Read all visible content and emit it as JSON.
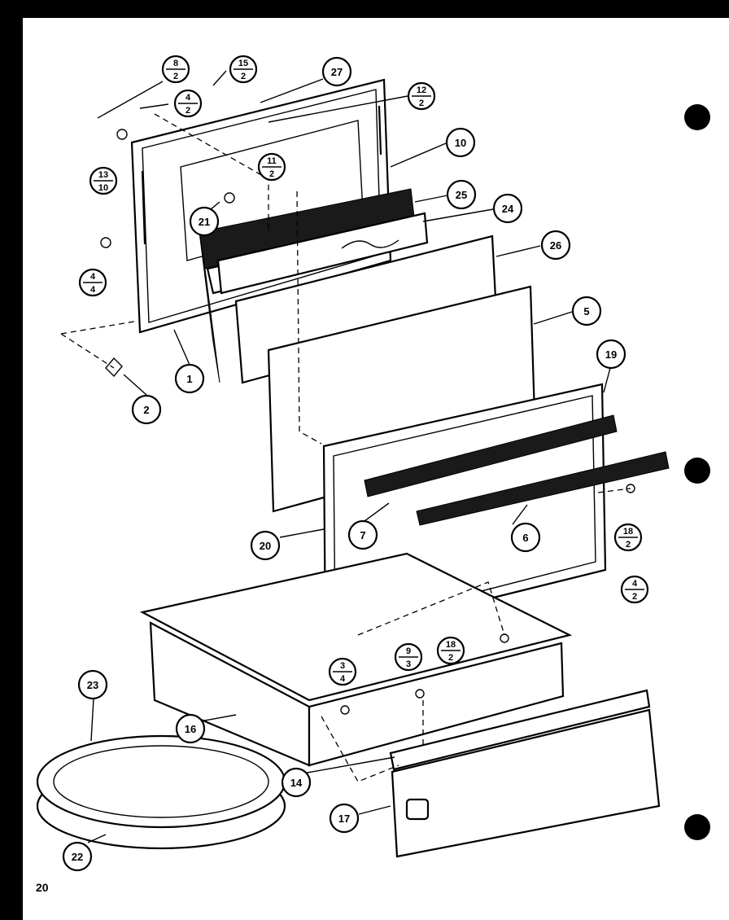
{
  "page_number": "20",
  "callouts": {
    "c1": "1",
    "c2": "2",
    "c5": "5",
    "c6": "6",
    "c7": "7",
    "c10": "10",
    "c14": "14",
    "c16": "16",
    "c17": "17",
    "c19": "19",
    "c20": "20",
    "c21": "21",
    "c22": "22",
    "c23": "23",
    "c24": "24",
    "c25": "25",
    "c26": "26",
    "c27": "27"
  },
  "fractions": {
    "f8_2": {
      "top": "8",
      "bottom": "2"
    },
    "f15_2": {
      "top": "15",
      "bottom": "2"
    },
    "f4_2a": {
      "top": "4",
      "bottom": "2"
    },
    "f12_2": {
      "top": "12",
      "bottom": "2"
    },
    "f11_2": {
      "top": "11",
      "bottom": "2"
    },
    "f13_10": {
      "top": "13",
      "bottom": "10"
    },
    "f4_4": {
      "top": "4",
      "bottom": "4"
    },
    "f18_2a": {
      "top": "18",
      "bottom": "2"
    },
    "f4_2b": {
      "top": "4",
      "bottom": "2"
    },
    "f18_2b": {
      "top": "18",
      "bottom": "2"
    },
    "f3_4": {
      "top": "3",
      "bottom": "4"
    },
    "f9_3": {
      "top": "9",
      "bottom": "3"
    }
  }
}
